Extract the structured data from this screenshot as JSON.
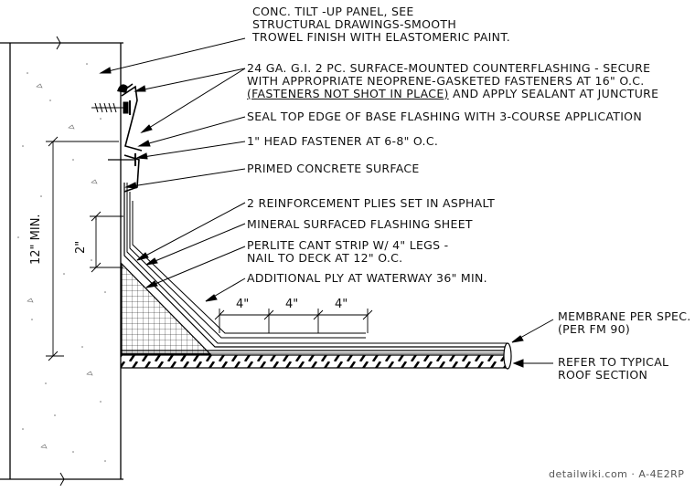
{
  "notes": {
    "panel": [
      "CONC. TILT -UP PANEL, SEE",
      "STRUCTURAL DRAWINGS-SMOOTH",
      "TROWEL FINISH WITH ELASTOMERIC PAINT."
    ],
    "counterflashing": [
      "24 GA. G.I. 2 PC. SURFACE-MOUNTED COUNTERFLASHING - SECURE",
      "WITH APPROPRIATE NEOPRENE-GASKETED FASTENERS AT 16\" O.C.",
      "(FASTENERS NOT SHOT IN PLACE)",
      " AND APPLY SEALANT AT JUNCTURE"
    ],
    "seal": "SEAL TOP EDGE OF BASE FLASHING WITH 3-COURSE APPLICATION",
    "fastener": "1\" HEAD FASTENER AT 6-8\" O.C.",
    "primed": "PRIMED CONCRETE SURFACE",
    "plies": "2 REINFORCEMENT PLIES SET IN ASPHALT",
    "mineral": "MINERAL SURFACED FLASHING SHEET",
    "cant": [
      "PERLITE CANT STRIP W/ 4\" LEGS -",
      "NAIL TO DECK AT 12\" O.C."
    ],
    "additional": "ADDITIONAL PLY AT WATERWAY 36\" MIN.",
    "membrane": [
      "MEMBRANE PER SPEC.",
      "(PER FM 90)"
    ],
    "refer": [
      "REFER TO TYPICAL",
      "ROOF SECTION"
    ]
  },
  "dimensions": {
    "twelve_min": "12\" MIN.",
    "two_in": "2\"",
    "four_a": "4\"",
    "four_b": "4\"",
    "four_c": "4\""
  },
  "watermark": "detailwiki.com · A-4E2RP"
}
